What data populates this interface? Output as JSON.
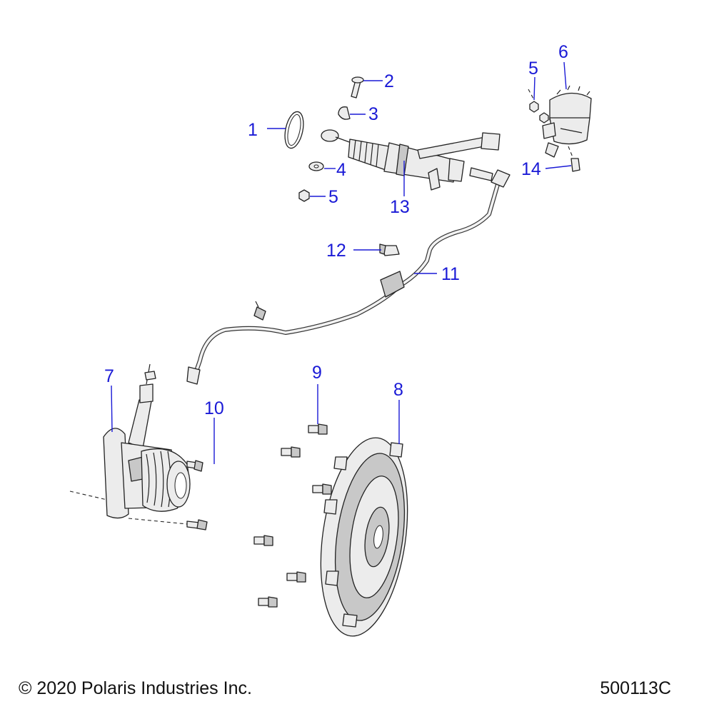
{
  "callouts": [
    {
      "id": "c1",
      "text": "1"
    },
    {
      "id": "c2",
      "text": "2"
    },
    {
      "id": "c3",
      "text": "3"
    },
    {
      "id": "c4",
      "text": "4"
    },
    {
      "id": "c5a",
      "text": "5"
    },
    {
      "id": "c5b",
      "text": "5"
    },
    {
      "id": "c6",
      "text": "6"
    },
    {
      "id": "c7",
      "text": "7"
    },
    {
      "id": "c8",
      "text": "8"
    },
    {
      "id": "c9",
      "text": "9"
    },
    {
      "id": "c10",
      "text": "10"
    },
    {
      "id": "c11",
      "text": "11"
    },
    {
      "id": "c12",
      "text": "12"
    },
    {
      "id": "c13",
      "text": "13"
    },
    {
      "id": "c14",
      "text": "14"
    }
  ],
  "footer": {
    "copyright": "© 2020 Polaris Industries Inc.",
    "drawing_number": "500113C"
  },
  "colors": {
    "callout": "#1a1ad6",
    "linework": "#222222"
  }
}
